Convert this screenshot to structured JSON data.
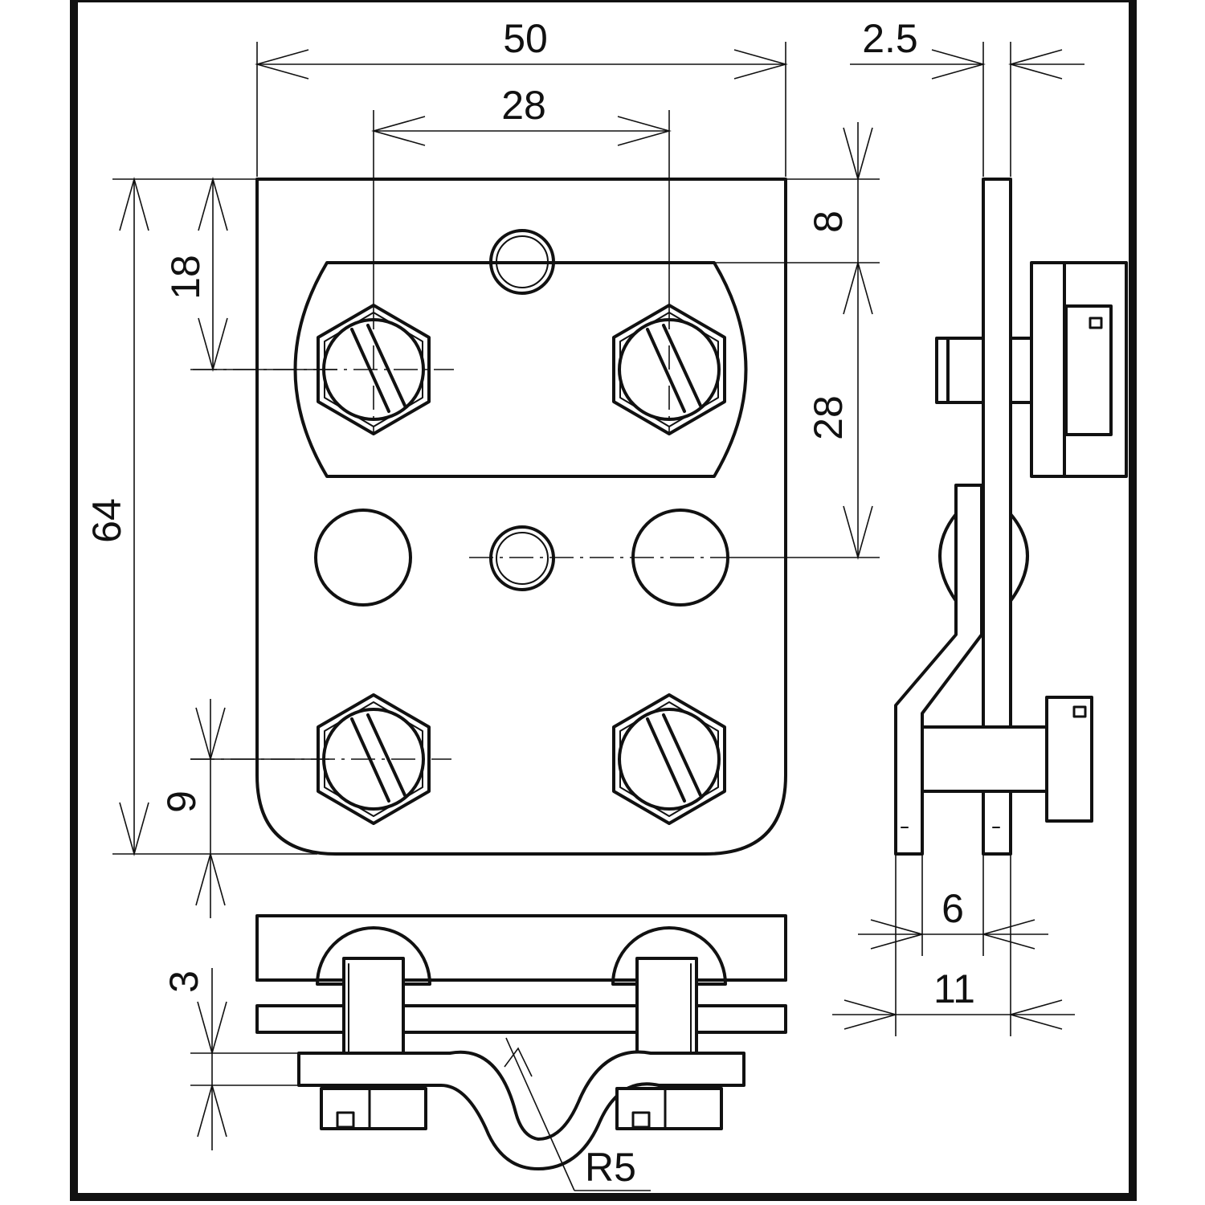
{
  "drawing": {
    "dimensions": {
      "width_overall": "50",
      "bolt_spacing_h": "28",
      "plate_thickness": "2.5",
      "top_to_hole": "8",
      "top_to_bolt": "18",
      "hole_to_center": "28",
      "height_overall": "64",
      "bottom_bolt": "9",
      "gap": "6",
      "depth": "11",
      "strip": "3",
      "radius": "R5"
    },
    "colors": {
      "line": "#111111",
      "background": "#ffffff"
    }
  }
}
